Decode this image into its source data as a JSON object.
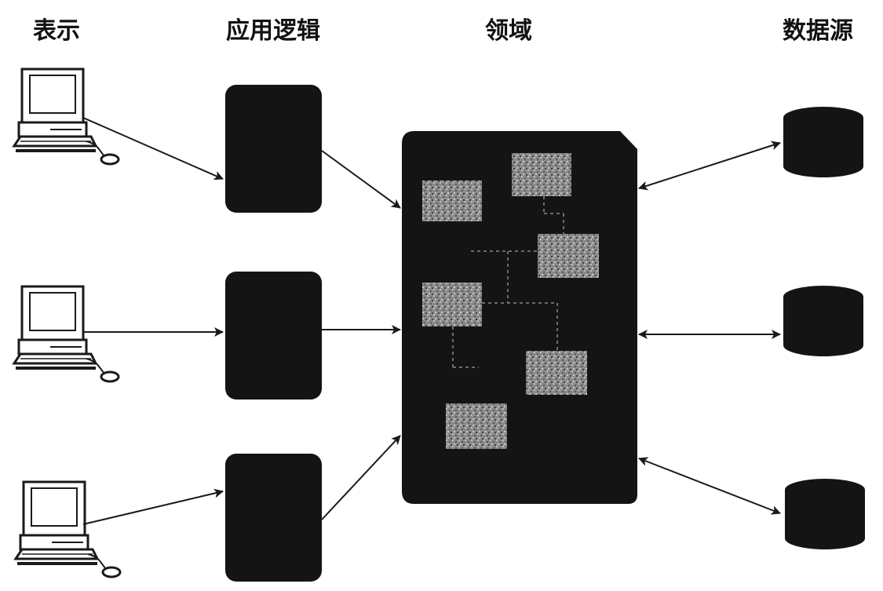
{
  "headers": {
    "presentation": "表示",
    "application_logic": "应用逻辑",
    "domain": "领域",
    "data_source": "数据源"
  },
  "colors": {
    "block": "#141414",
    "inner_block": "#8a8a8a",
    "line": "#1a1a1a",
    "background": "#ffffff"
  }
}
